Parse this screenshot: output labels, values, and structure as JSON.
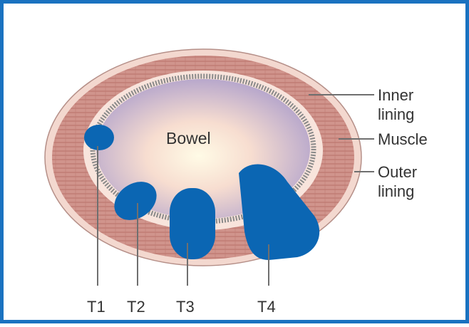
{
  "diagram": {
    "center_label": "Bowel",
    "layers": [
      {
        "id": "inner",
        "line1": "Inner",
        "line2": "lining"
      },
      {
        "id": "muscle",
        "line1": "Muscle",
        "line2": ""
      },
      {
        "id": "outer",
        "line1": "Outer",
        "line2": "lining"
      }
    ],
    "stages": [
      "T1",
      "T2",
      "T3",
      "T4"
    ],
    "colors": {
      "frame": "#1a72c0",
      "tumor": "#0b66b3",
      "muscle": "#cf8c84",
      "outer_lining": "#f3d8cf",
      "inner_lining": "#8a8a8a",
      "lumen_center": "#fffbe6",
      "lumen_edge": "#b6a6c8"
    }
  }
}
